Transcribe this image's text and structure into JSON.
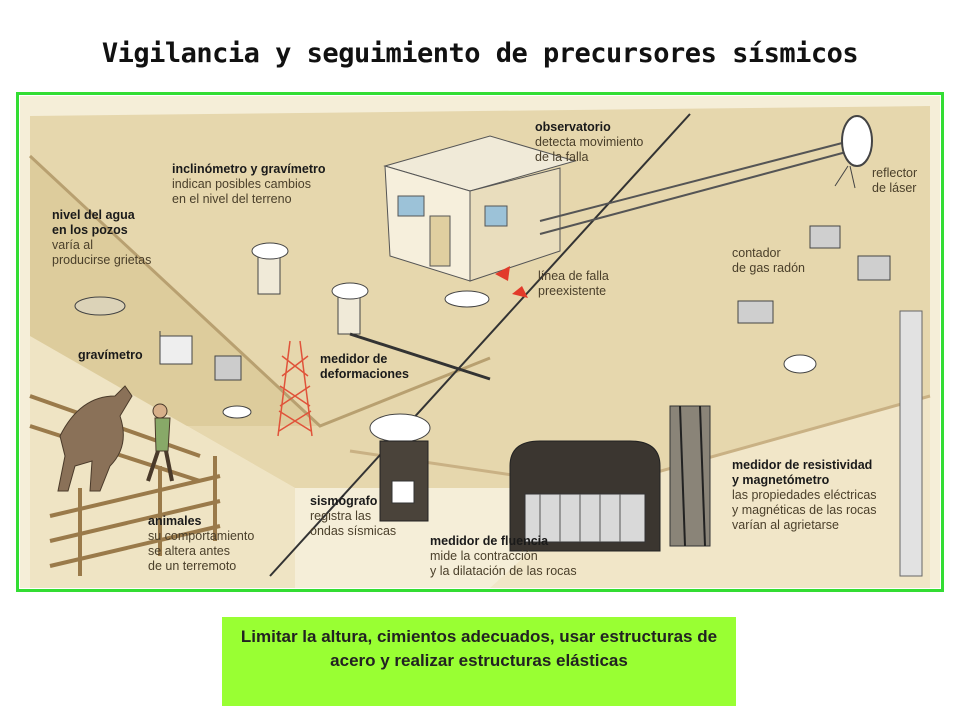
{
  "title": "Vigilancia y seguimiento de precursores sísmicos",
  "labels": {
    "observatorio": {
      "heading": "observatorio",
      "text": [
        "detecta movimiento",
        "de la falla"
      ]
    },
    "inclinometro": {
      "heading": "inclinómetro y gravímetro",
      "text": [
        "indican posibles cambios",
        "en el nivel del terreno"
      ]
    },
    "nivel_agua": {
      "heading": "nivel del agua\nen los pozos",
      "text": [
        "varía al",
        "producirse grietas"
      ]
    },
    "reflector": {
      "heading": "",
      "text": [
        "reflector",
        "de láser"
      ]
    },
    "contador": {
      "heading": "",
      "text": [
        "contador",
        "de gas radón"
      ]
    },
    "linea_falla": {
      "heading": "",
      "text": [
        "línea de falla",
        "preexistente"
      ]
    },
    "gravimetro": {
      "heading": "gravímetro",
      "text": []
    },
    "medidor_deformaciones": {
      "heading": "medidor de\ndeformaciones",
      "text": []
    },
    "medidor_resistividad": {
      "heading": "medidor de resistividad\ny magnetómetro",
      "text": [
        "las propiedades eléctricas",
        "y magnéticas de las rocas",
        "varían al agrietarse"
      ]
    },
    "sismografo": {
      "heading": "sismógrafo",
      "text": [
        "registra las",
        "ondas sísmicas"
      ]
    },
    "animales": {
      "heading": "animales",
      "text": [
        "su comportamiento",
        "se altera antes",
        "de un terremoto"
      ]
    },
    "medidor_fluencia": {
      "heading": "medidor de fluencia",
      "text": [
        "mide la contracción",
        "y la dilatación de las rocas"
      ]
    }
  },
  "caption": "Limitar la altura, cimientos adecuados, usar estructuras de acero y realizar estructuras elásticas",
  "colors": {
    "frame": "#33dd33",
    "caption_bg": "#99ff33",
    "ground": "#e9dcb5",
    "ground_side": "#f3ead0",
    "fault_arrow": "#e23a2a"
  }
}
